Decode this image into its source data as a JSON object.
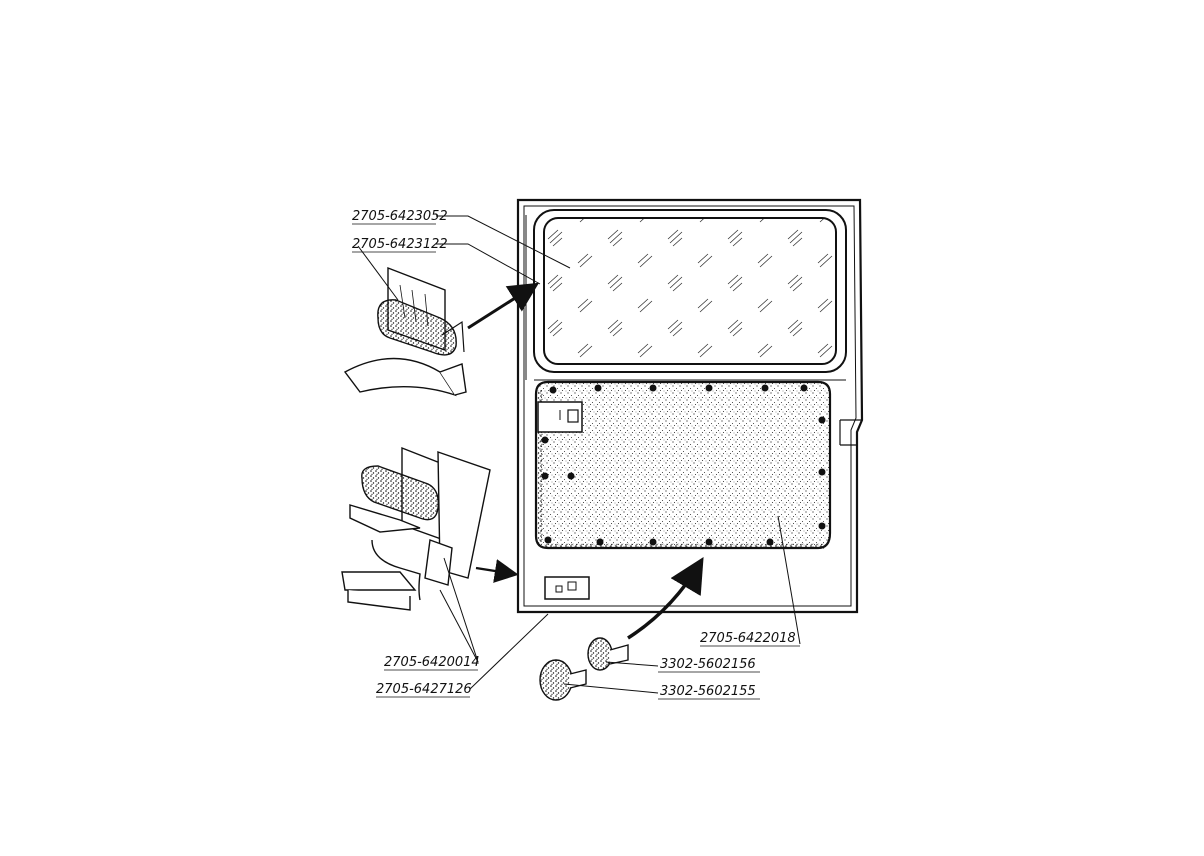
{
  "callouts": [
    {
      "id": "glass",
      "text": "2705-6423052"
    },
    {
      "id": "glass-seal",
      "text": "2705-6423122"
    },
    {
      "id": "door-seal",
      "text": "2705-6420014"
    },
    {
      "id": "door-panel",
      "text": "2705-6427126"
    },
    {
      "id": "trim-panel",
      "text": "2705-6422018"
    },
    {
      "id": "clip-a",
      "text": "3302-5602156"
    },
    {
      "id": "clip-b",
      "text": "3302-5602155"
    }
  ],
  "colors": {
    "ink": "#111111",
    "paper": "#ffffff"
  }
}
